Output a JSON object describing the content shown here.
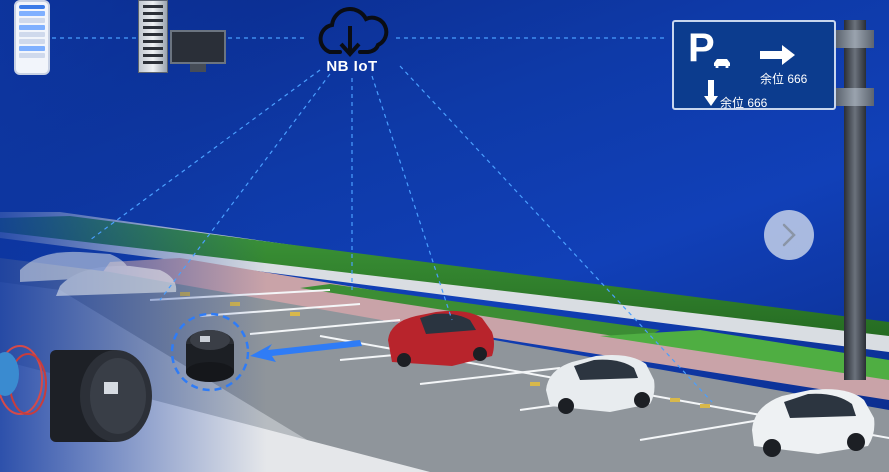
{
  "network": {
    "label": "NB IoT",
    "icon": "cloud-download-icon"
  },
  "sign": {
    "icon": "parking-p-icon",
    "letter": "P",
    "line1": "余位 666",
    "line2": "余位 666"
  },
  "devices": [
    "smartphone",
    "server",
    "monitor",
    "parking-sensor"
  ],
  "controls": {
    "next_icon": "chevron-right-icon"
  },
  "colors": {
    "background": "#0e3aa8",
    "link_line": "#4a9fff",
    "sign_bg": "#0c3c8e",
    "car_red": "#b8242c",
    "car_white": "#e8ecef"
  }
}
